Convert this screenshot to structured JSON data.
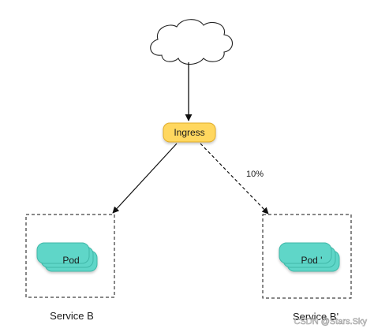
{
  "diagram": {
    "ingress": {
      "label": "Ingress",
      "fill": "#ffd75e",
      "stroke": "#e0ac2b"
    },
    "traffic_split": {
      "label": "10%"
    },
    "pod_color": "#5fd6c8",
    "pod_stroke": "#3fb8a8",
    "services": [
      {
        "label": "Service B",
        "pod_label": "Pod"
      },
      {
        "label": "Service B'",
        "pod_label": "Pod '"
      }
    ],
    "watermark": "CSDN @Stars.Sky"
  }
}
